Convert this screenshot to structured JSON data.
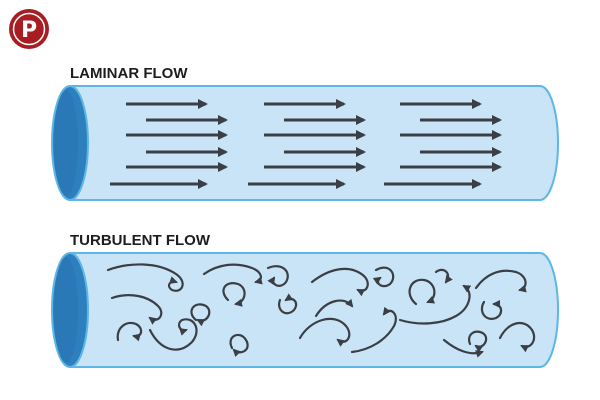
{
  "laminar": {
    "title": "LAMINAR FLOW"
  },
  "turbulent": {
    "title": "TURBULENT FLOW"
  },
  "logo": {
    "letter": "P",
    "icon": "brand-logo-icon"
  },
  "colors": {
    "tube_fill": "#c9e4f7",
    "tube_stroke": "#5fb6e6",
    "tube_opening": "#2e7fbd",
    "arrow": "#3b3f45",
    "logo": "#a81d22"
  }
}
